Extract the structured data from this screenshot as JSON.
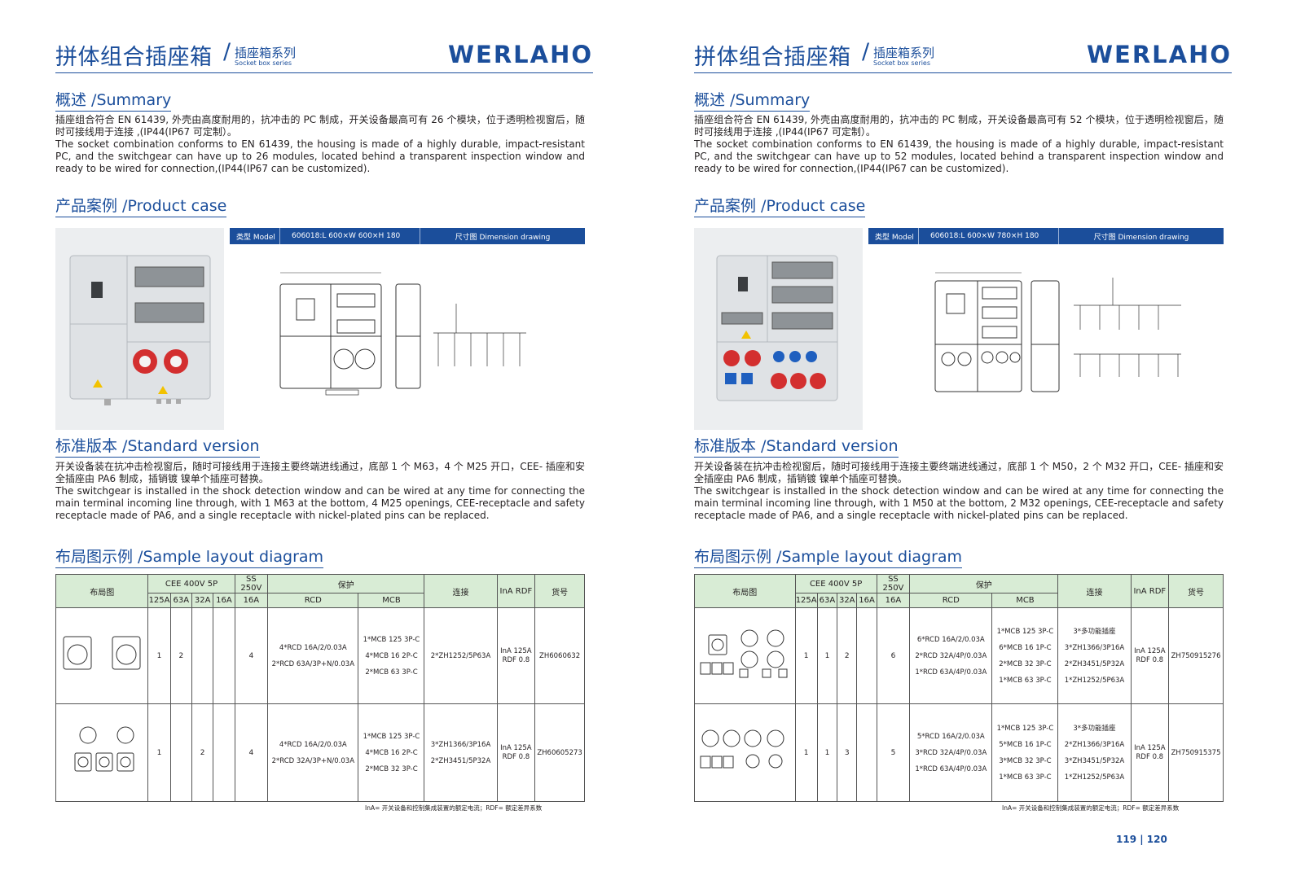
{
  "header": {
    "title_cn": "拼体组合插座箱",
    "slash": "/",
    "subtitle_cn": "插座箱系列",
    "subtitle_en": "Socket box series",
    "logo": "WERLAHO"
  },
  "sections": {
    "summary": "概述 /Summary",
    "product_case": "产品案例 /Product case",
    "standard": "标准版本 /Standard version",
    "layout": "布局图示例 /Sample layout diagram"
  },
  "left": {
    "summary_cn": "插座组合符合 EN 61439, 外壳由高度耐用的，抗冲击的 PC 制成，开关设备最高可有 26 个模块，位于透明检视窗后，随时可接线用于连接 ,(IP44(IP67 可定制）。",
    "summary_en": "The socket combination conforms to EN 61439, the housing is made of a highly durable, impact-resistant PC, and the switchgear can have up to 26 modules, located behind a transparent inspection window and ready to be wired for connection,(IP44(IP67 can be customized).",
    "bar": {
      "model_label": "类型 Model",
      "model_value": "606018:L 600×W 600×H 180",
      "dimension": "尺寸图 Dimension drawing"
    },
    "standard_cn": "开关设备装在抗冲击检视窗后，随时可接线用于连接主要终端进线通过，底部 1 个 M63，4 个 M25 开口，CEE- 插座和安全插座由 PA6 制成，插销镀 镍单个插座可替换。",
    "standard_en": "The switchgear is installed in the shock detection window and can be wired at any time for connecting the main terminal incoming line through, with 1 M63 at the bottom, 4 M25 openings, CEE-receptacle and safety receptacle made of PA6, and a single receptacle with nickel-plated pins can be replaced.",
    "rows": [
      {
        "a125": "1",
        "a63": "2",
        "a32": "",
        "a16": "",
        "ss16": "4",
        "rcd": [
          "4*RCD 16A/2/0.03A",
          "2*RCD 63A/3P+N/0.03A"
        ],
        "mcb": [
          "1*MCB 125 3P-C",
          "4*MCB 16 2P-C",
          "2*MCB 63 3P-C"
        ],
        "conn": [
          "2*ZH1252/5P63A"
        ],
        "ina": "InA 125A",
        "rdf": "RDF 0.8",
        "code": "ZH6060632"
      },
      {
        "a125": "1",
        "a63": "",
        "a32": "2",
        "a16": "",
        "ss16": "4",
        "rcd": [
          "4*RCD 16A/2/0.03A",
          "2*RCD 32A/3P+N/0.03A"
        ],
        "mcb": [
          "1*MCB 125 3P-C",
          "4*MCB 16 2P-C",
          "2*MCB 32 3P-C"
        ],
        "conn": [
          "3*ZH1366/3P16A",
          "2*ZH3451/5P32A"
        ],
        "ina": "InA 125A",
        "rdf": "RDF 0.8",
        "code": "ZH60605273"
      }
    ],
    "note": "InA= 开关设备和控制集成装置的额定电流；RDF= 额定差异系数"
  },
  "right": {
    "summary_cn": "插座组合符合 EN 61439, 外壳由高度耐用的，抗冲击的 PC 制成，开关设备最高可有 52 个模块，位于透明检视窗后，随时可接线用于连接 ,(IP44(IP67 可定制）。",
    "summary_en": "The socket combination conforms to EN 61439, the housing is made of a highly durable, impact-resistant PC, and the switchgear can have up to 52 modules, located behind a transparent inspection window and ready to be wired for connection,(IP44(IP67 can be customized).",
    "bar": {
      "model_label": "类型 Model",
      "model_value": "606018:L 600×W 780×H 180",
      "dimension": "尺寸图 Dimension drawing"
    },
    "standard_cn": "开关设备装在抗冲击检视窗后，随时可接线用于连接主要终端进线通过，底部 1 个 M50，2 个 M32 开口，CEE- 插座和安全插座由 PA6 制成，插销镀 镍单个插座可替换。",
    "standard_en": "The switchgear is installed in the shock detection window and can be wired at any time for connecting the main terminal incoming line through, with 1 M50 at the bottom, 2 M32 openings, CEE-receptacle and safety receptacle made of PA6, and a single receptacle with nickel-plated pins can be replaced.",
    "rows": [
      {
        "a125": "1",
        "a63": "1",
        "a32": "2",
        "a16": "",
        "ss16": "6",
        "rcd": [
          "6*RCD 16A/2/0.03A",
          "2*RCD 32A/4P/0.03A",
          "1*RCD 63A/4P/0.03A"
        ],
        "mcb": [
          "1*MCB 125 3P-C",
          "6*MCB 16 1P-C",
          "2*MCB 32 3P-C",
          "1*MCB 63 3P-C"
        ],
        "conn": [
          "3*多功能插座",
          "3*ZH1366/3P16A",
          "2*ZH3451/5P32A",
          "1*ZH1252/5P63A"
        ],
        "ina": "InA 125A",
        "rdf": "RDF 0.8",
        "code": "ZH750915276"
      },
      {
        "a125": "1",
        "a63": "1",
        "a32": "3",
        "a16": "",
        "ss16": "5",
        "rcd": [
          "5*RCD 16A/2/0.03A",
          "3*RCD 32A/4P/0.03A",
          "1*RCD 63A/4P/0.03A"
        ],
        "mcb": [
          "1*MCB 125 3P-C",
          "5*MCB 16 1P-C",
          "3*MCB 32 3P-C",
          "1*MCB 63 3P-C"
        ],
        "conn": [
          "3*多功能插座",
          "2*ZH1366/3P16A",
          "3*ZH3451/5P32A",
          "1*ZH1252/5P63A"
        ],
        "ina": "InA 125A",
        "rdf": "RDF 0.8",
        "code": "ZH750915375"
      }
    ],
    "note": "InA= 开关设备和控制集成装置的额定电流；RDF= 额定差异系数"
  },
  "table_headers": {
    "layout": "布局图",
    "cee": "CEE 400V 5P",
    "ss": "SS 250V",
    "protect": "保护",
    "connect": "连接",
    "ina_rdf": "InA RDF",
    "code": "货号",
    "a125": "125A",
    "a63": "63A",
    "a32": "32A",
    "a16": "16A",
    "ss16": "16A",
    "rcd": "RCD",
    "mcb": "MCB"
  },
  "page_numbers": "119 | 120",
  "colors": {
    "brand_blue": "#1b4e9b",
    "table_header_green": "#d8ecd5",
    "socket_red": "#d32f2f"
  }
}
